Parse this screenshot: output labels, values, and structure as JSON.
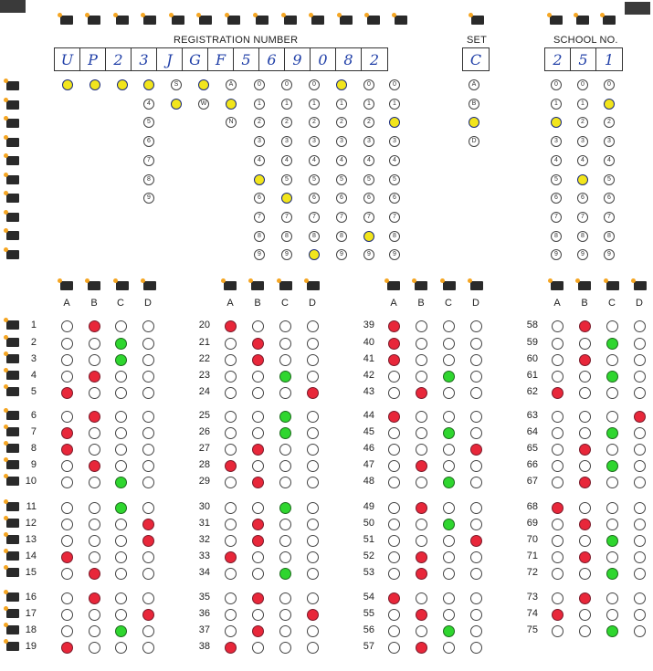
{
  "header": {
    "registration_label": "REGISTRATION NUMBER",
    "set_label": "SET",
    "school_label": "SCHOOL NO."
  },
  "registration": {
    "written": [
      "U",
      "P",
      "2",
      "3",
      "J",
      "G",
      "F",
      "5",
      "6",
      "9",
      "0",
      "8",
      "2"
    ],
    "col0": {
      "options": [],
      "filled": [
        0
      ]
    },
    "col1": {
      "options": [],
      "filled": [
        0
      ]
    },
    "col2": {
      "options": [],
      "filled": [
        0
      ]
    },
    "col3": {
      "options": [
        "4",
        "5",
        "6",
        "7",
        "8",
        "9"
      ],
      "filled": [
        0
      ]
    },
    "col4": {
      "options": [
        "S"
      ],
      "filled": [
        1
      ]
    },
    "col5": {
      "options": [
        "W"
      ],
      "filled": [
        0
      ]
    },
    "col6": {
      "options": [
        "A",
        "N"
      ],
      "filled": [
        1
      ]
    },
    "digit_options": [
      "0",
      "1",
      "2",
      "3",
      "4",
      "5",
      "6",
      "7",
      "8",
      "9"
    ]
  },
  "set": {
    "written": "C",
    "options": [
      "A",
      "B",
      "C",
      "D"
    ],
    "selected": "C"
  },
  "school": {
    "written": [
      "2",
      "5",
      "1"
    ],
    "options": [
      "0",
      "1",
      "2",
      "3",
      "4",
      "5",
      "6",
      "7",
      "8",
      "9"
    ]
  },
  "answer_key": {
    "letters": [
      "A",
      "B",
      "C",
      "D"
    ],
    "colors": {
      "incorrect": "#e8273a",
      "correct": "#2fd62f"
    },
    "questions": [
      {
        "n": "1",
        "a": "B",
        "c": "red"
      },
      {
        "n": "2",
        "a": "C",
        "c": "green"
      },
      {
        "n": "3",
        "a": "C",
        "c": "green"
      },
      {
        "n": "4",
        "a": "B",
        "c": "red"
      },
      {
        "n": "5",
        "a": "A",
        "c": "red"
      },
      {
        "n": "6",
        "a": "B",
        "c": "red"
      },
      {
        "n": "7",
        "a": "A",
        "c": "red"
      },
      {
        "n": "8",
        "a": "A",
        "c": "red"
      },
      {
        "n": "9",
        "a": "B",
        "c": "red"
      },
      {
        "n": "10",
        "a": "C",
        "c": "green"
      },
      {
        "n": "11",
        "a": "C",
        "c": "green"
      },
      {
        "n": "12",
        "a": "D",
        "c": "red"
      },
      {
        "n": "13",
        "a": "D",
        "c": "red"
      },
      {
        "n": "14",
        "a": "A",
        "c": "red"
      },
      {
        "n": "15",
        "a": "B",
        "c": "red"
      },
      {
        "n": "16",
        "a": "B",
        "c": "red"
      },
      {
        "n": "17",
        "a": "D",
        "c": "red"
      },
      {
        "n": "18",
        "a": "C",
        "c": "green"
      },
      {
        "n": "19",
        "a": "A",
        "c": "red"
      },
      {
        "n": "20",
        "a": "A",
        "c": "red"
      },
      {
        "n": "21",
        "a": "B",
        "c": "red"
      },
      {
        "n": "22",
        "a": "B",
        "c": "red"
      },
      {
        "n": "23",
        "a": "C",
        "c": "green"
      },
      {
        "n": "24",
        "a": "D",
        "c": "red"
      },
      {
        "n": "25",
        "a": "C",
        "c": "green"
      },
      {
        "n": "26",
        "a": "C",
        "c": "green"
      },
      {
        "n": "27",
        "a": "B",
        "c": "red"
      },
      {
        "n": "28",
        "a": "A",
        "c": "red"
      },
      {
        "n": "29",
        "a": "B",
        "c": "red"
      },
      {
        "n": "30",
        "a": "C",
        "c": "green"
      },
      {
        "n": "31",
        "a": "B",
        "c": "red"
      },
      {
        "n": "32",
        "a": "B",
        "c": "red"
      },
      {
        "n": "33",
        "a": "A",
        "c": "red"
      },
      {
        "n": "34",
        "a": "C",
        "c": "green"
      },
      {
        "n": "35",
        "a": "B",
        "c": "red"
      },
      {
        "n": "36",
        "a": "D",
        "c": "red"
      },
      {
        "n": "37",
        "a": "B",
        "c": "red"
      },
      {
        "n": "38",
        "a": "A",
        "c": "red"
      },
      {
        "n": "39",
        "a": "A",
        "c": "red"
      },
      {
        "n": "40",
        "a": "A",
        "c": "red"
      },
      {
        "n": "41",
        "a": "A",
        "c": "red"
      },
      {
        "n": "42",
        "a": "C",
        "c": "green"
      },
      {
        "n": "43",
        "a": "B",
        "c": "red"
      },
      {
        "n": "44",
        "a": "A",
        "c": "red"
      },
      {
        "n": "45",
        "a": "C",
        "c": "green"
      },
      {
        "n": "46",
        "a": "D",
        "c": "red"
      },
      {
        "n": "47",
        "a": "B",
        "c": "red"
      },
      {
        "n": "48",
        "a": "C",
        "c": "green"
      },
      {
        "n": "49",
        "a": "B",
        "c": "red"
      },
      {
        "n": "50",
        "a": "C",
        "c": "green"
      },
      {
        "n": "51",
        "a": "D",
        "c": "red"
      },
      {
        "n": "52",
        "a": "B",
        "c": "red"
      },
      {
        "n": "53",
        "a": "B",
        "c": "red"
      },
      {
        "n": "54",
        "a": "A",
        "c": "red"
      },
      {
        "n": "55",
        "a": "B",
        "c": "red"
      },
      {
        "n": "56",
        "a": "C",
        "c": "green"
      },
      {
        "n": "57",
        "a": "B",
        "c": "red"
      },
      {
        "n": "58",
        "a": "B",
        "c": "red"
      },
      {
        "n": "59",
        "a": "C",
        "c": "green"
      },
      {
        "n": "60",
        "a": "B",
        "c": "red"
      },
      {
        "n": "61",
        "a": "C",
        "c": "green"
      },
      {
        "n": "62",
        "a": "A",
        "c": "red"
      },
      {
        "n": "63",
        "a": "D",
        "c": "red"
      },
      {
        "n": "64",
        "a": "C",
        "c": "green"
      },
      {
        "n": "65",
        "a": "B",
        "c": "red"
      },
      {
        "n": "66",
        "a": "C",
        "c": "green"
      },
      {
        "n": "67",
        "a": "B",
        "c": "red"
      },
      {
        "n": "68",
        "a": "A",
        "c": "red"
      },
      {
        "n": "69",
        "a": "B",
        "c": "red"
      },
      {
        "n": "70",
        "a": "C",
        "c": "green"
      },
      {
        "n": "71",
        "a": "B",
        "c": "red"
      },
      {
        "n": "72",
        "a": "C",
        "c": "green"
      },
      {
        "n": "73",
        "a": "B",
        "c": "red"
      },
      {
        "n": "74",
        "a": "A",
        "c": "red"
      },
      {
        "n": "75",
        "a": "C",
        "c": "green"
      }
    ]
  }
}
